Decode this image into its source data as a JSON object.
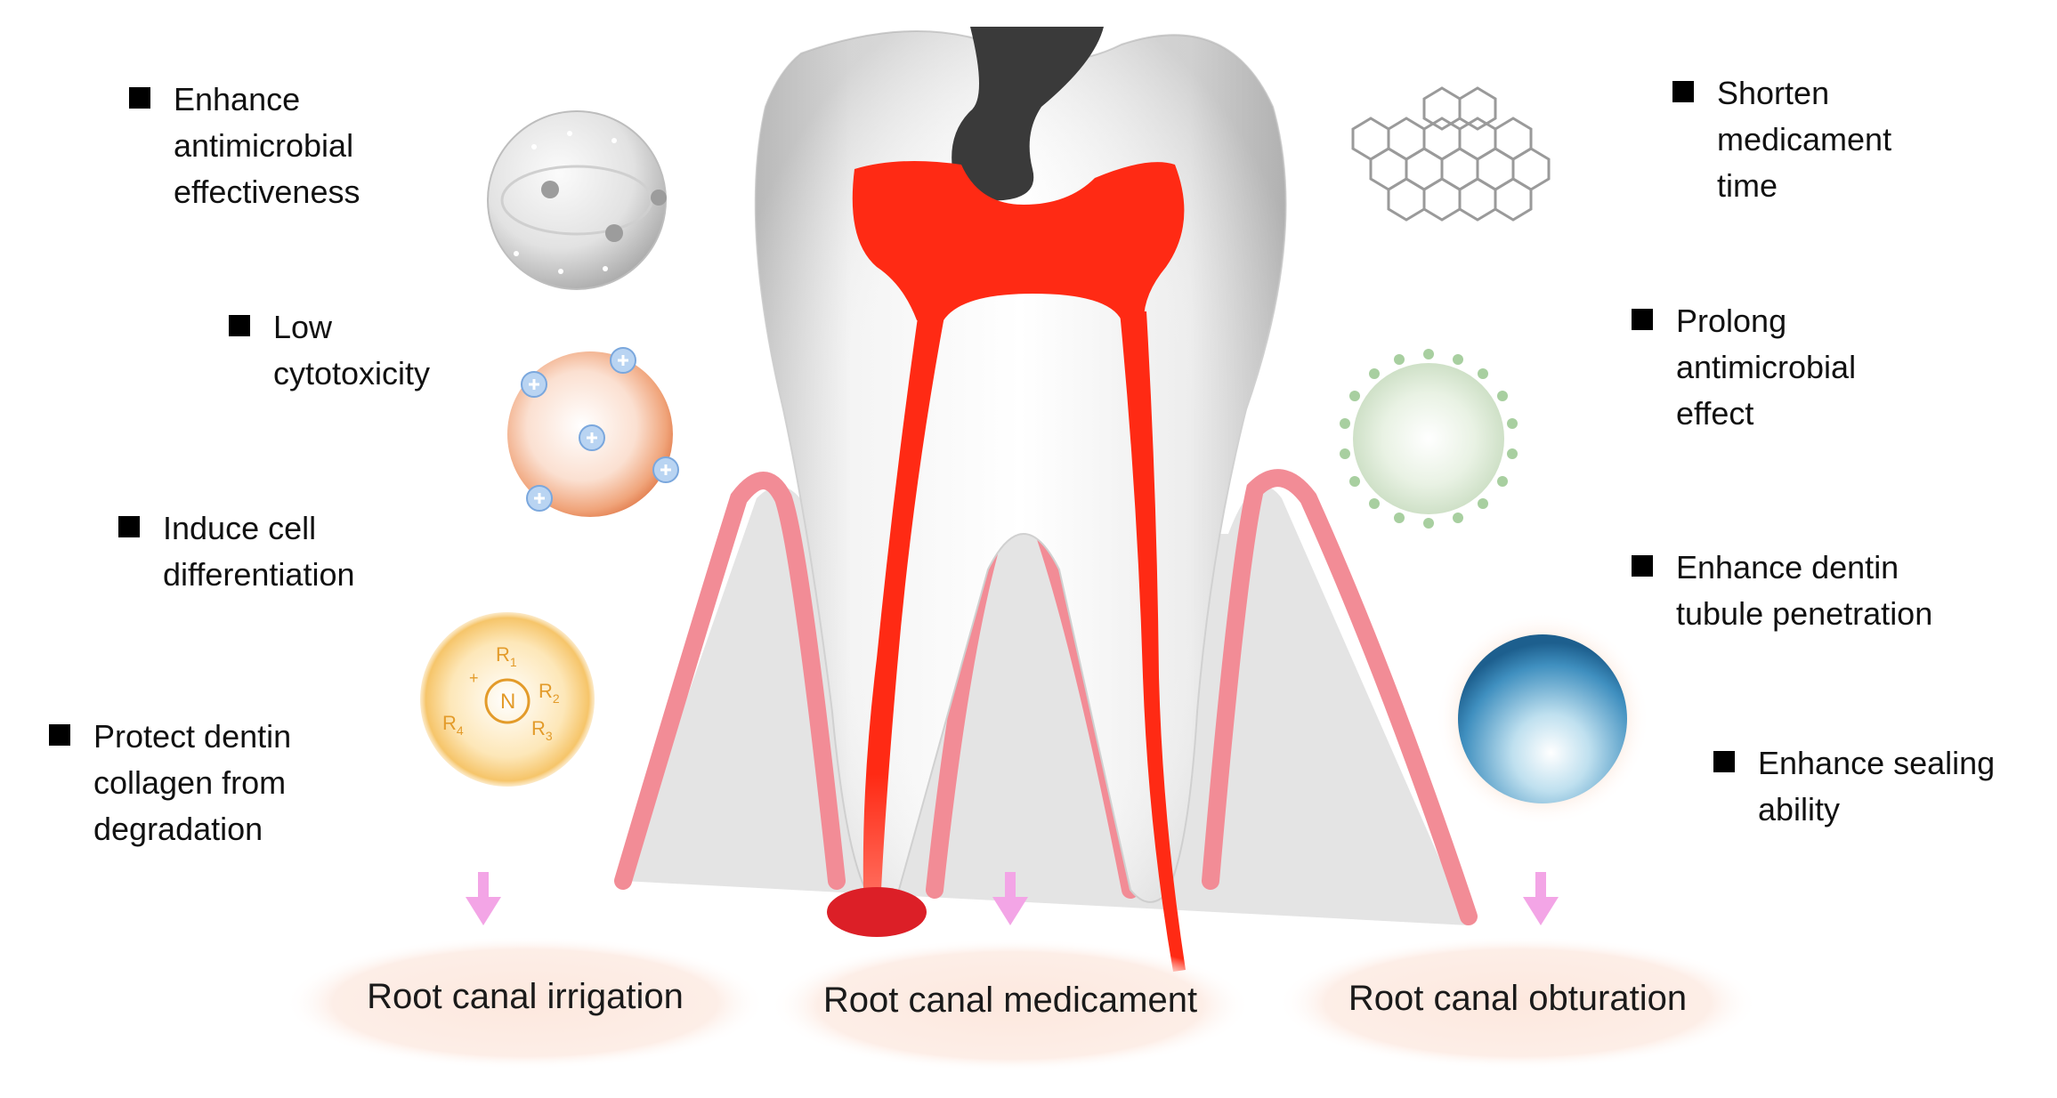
{
  "left_features": [
    {
      "lines": [
        "Enhance",
        "antimicrobial",
        "effectiveness"
      ]
    },
    {
      "lines": [
        "Low",
        "cytotoxicity"
      ]
    },
    {
      "lines": [
        "Induce cell",
        "differentiation"
      ]
    },
    {
      "lines": [
        "Protect dentin",
        "collagen from",
        "degradation"
      ]
    }
  ],
  "right_features": [
    {
      "lines": [
        "Shorten",
        "medicament",
        "time"
      ]
    },
    {
      "lines": [
        "Prolong",
        "antimicrobial",
        "effect"
      ]
    },
    {
      "lines": [
        "Enhance dentin",
        "tubule penetration"
      ]
    },
    {
      "lines": [
        "Enhance sealing",
        "ability"
      ]
    }
  ],
  "stages": [
    {
      "label": "Root canal irrigation"
    },
    {
      "label": "Root canal medicament"
    },
    {
      "label": "Root canal obturation"
    }
  ],
  "molecule_labels": {
    "r1": "R",
    "r1_sub": "1",
    "r2": "R",
    "r2_sub": "2",
    "r3": "R",
    "r3_sub": "3",
    "r4": "R",
    "r4_sub": "4",
    "n": "N",
    "plus": "+"
  },
  "colors": {
    "pulp_red": "#ff2a14",
    "gum_pink": "#f28c96",
    "arrow_pink": "#f3a5e6",
    "oval_fill": "#fdece5",
    "decay": "#3a3a3a"
  }
}
